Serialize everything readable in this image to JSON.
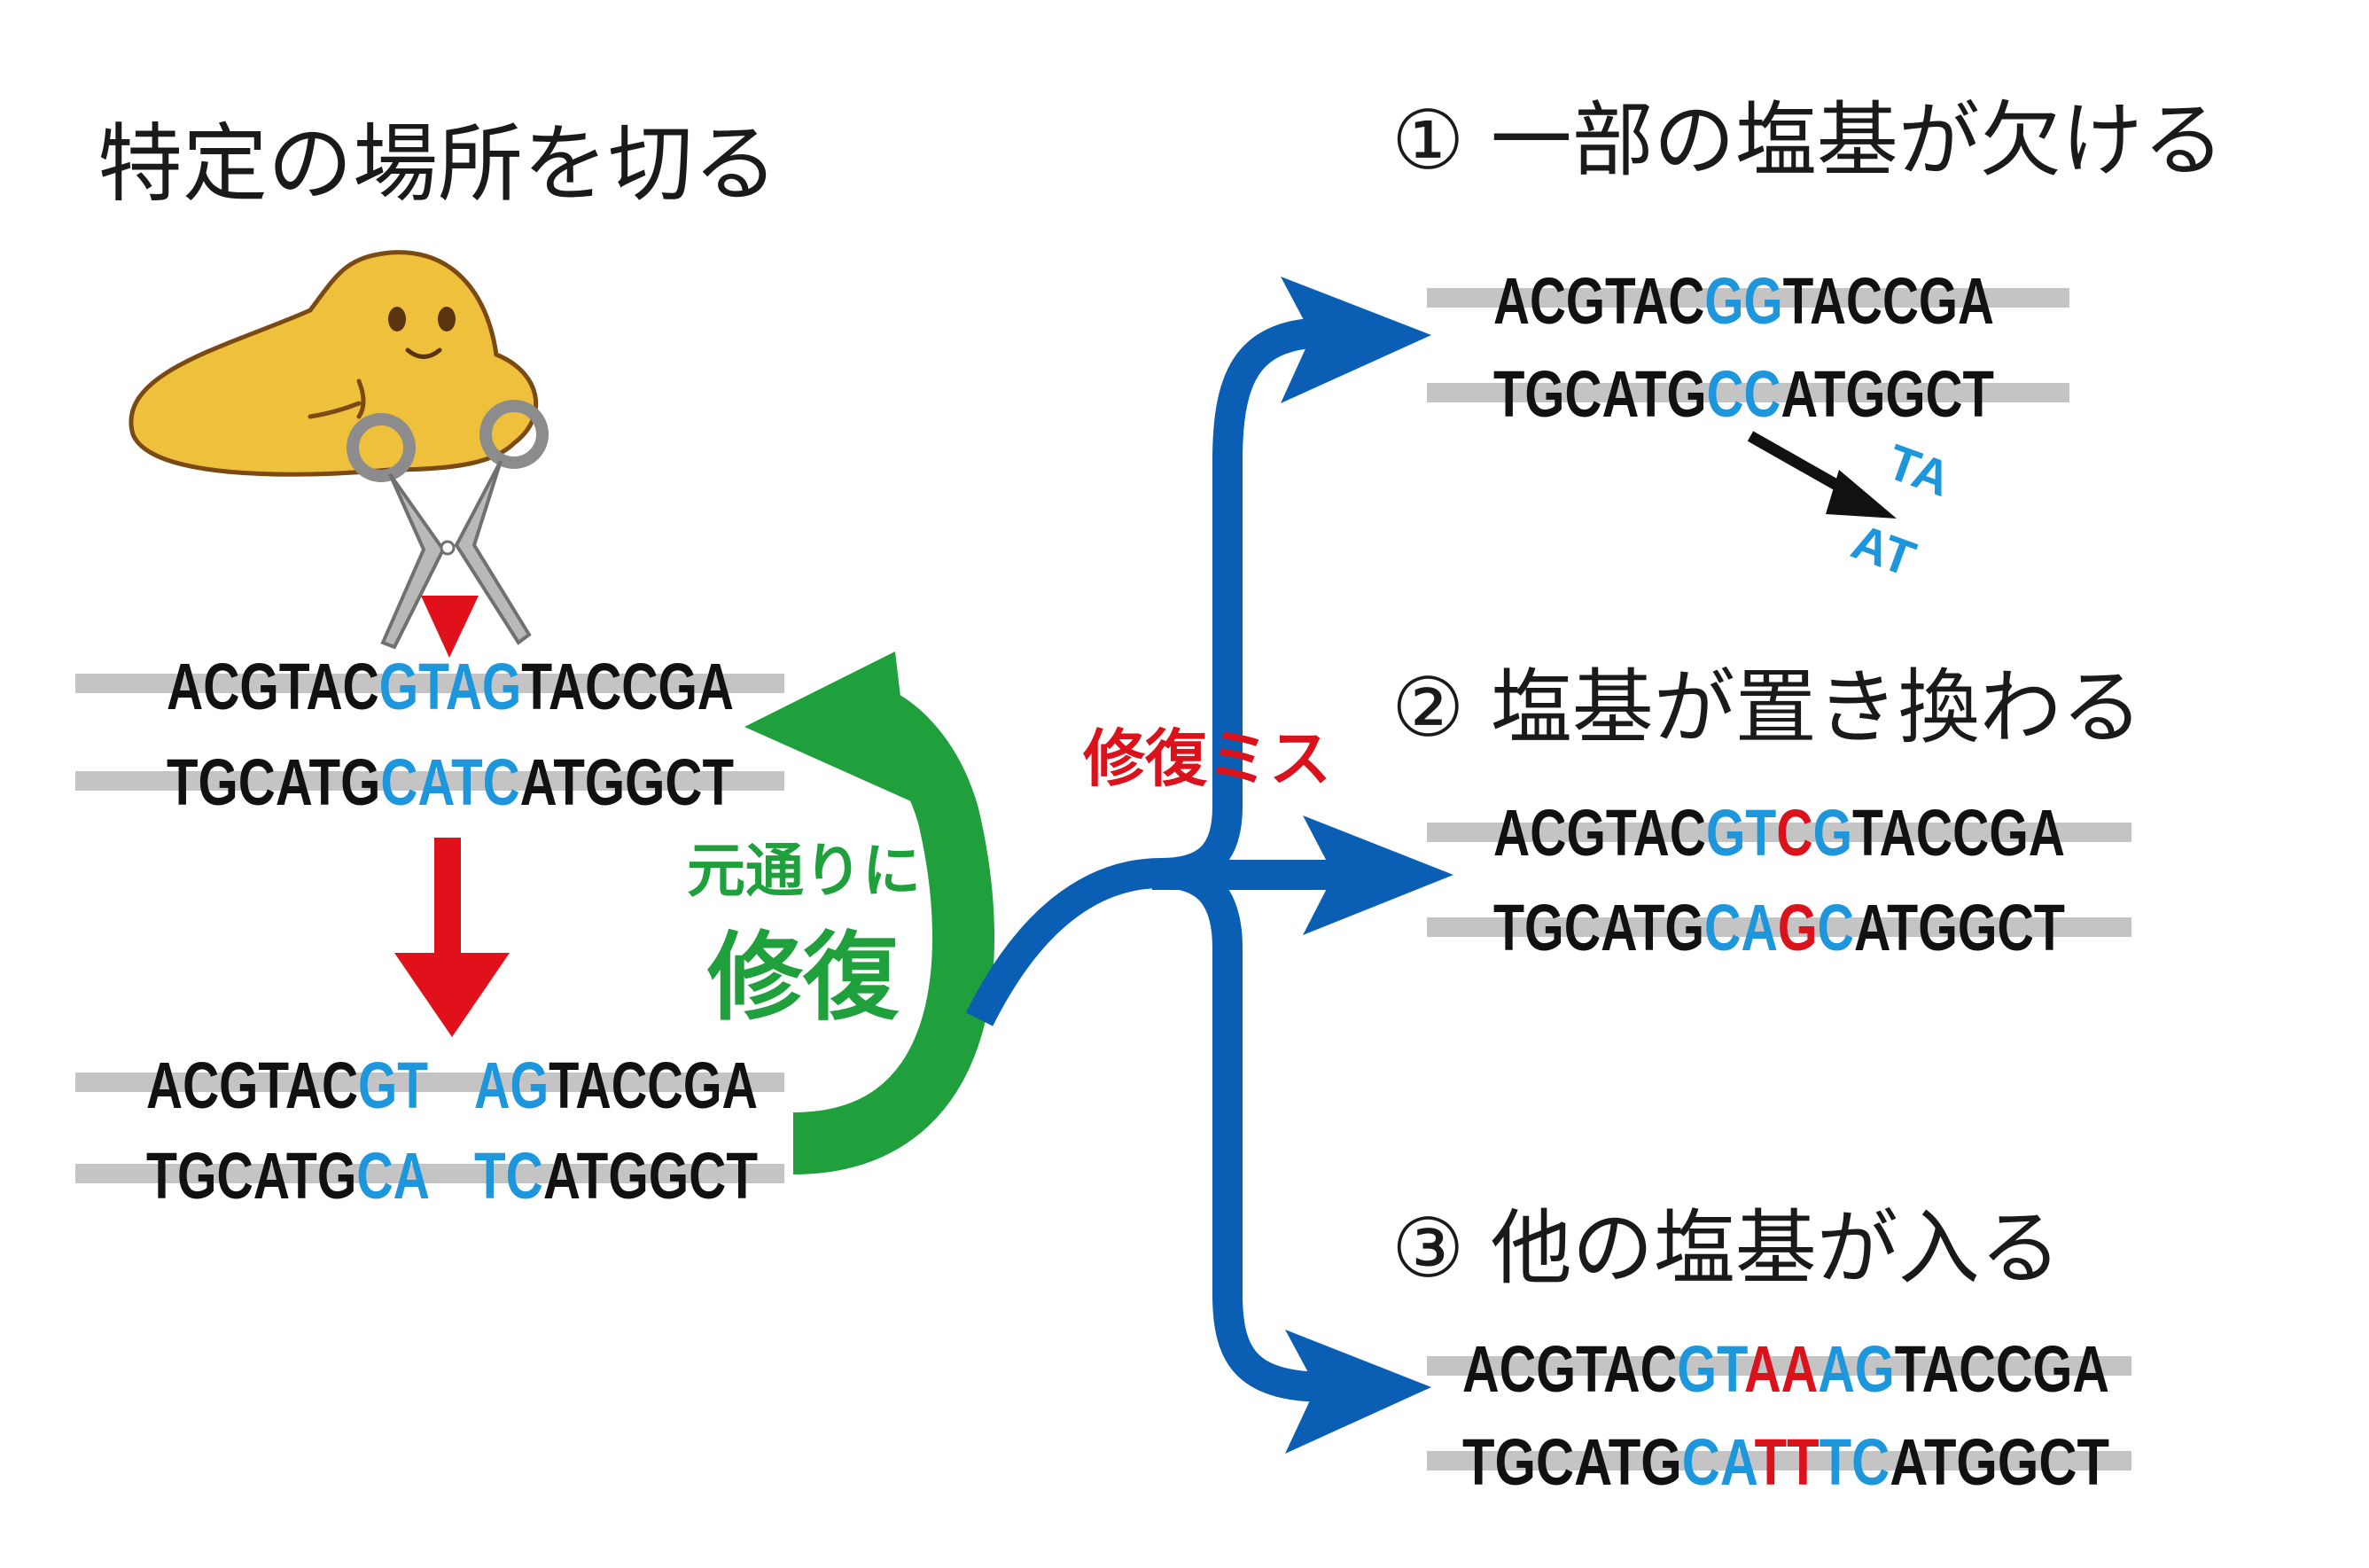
{
  "left": {
    "title": "特定の場所を切る",
    "original": {
      "top": [
        "ACGTAC",
        "GTAG",
        "TACCGA"
      ],
      "bottom": [
        "TGCATG",
        "CATC",
        "ATGGCT"
      ]
    },
    "cut": {
      "top_left": [
        "ACGTAC",
        "GT"
      ],
      "top_right": [
        "AG",
        "TACCGA"
      ],
      "bottom_left": [
        "TGCATG",
        "CA"
      ],
      "bottom_right": [
        "TC",
        "ATGGCT"
      ]
    },
    "repair_label_line1": "元通りに",
    "repair_label_line2": "修復"
  },
  "middle": {
    "error_label": "修復ミス"
  },
  "outcomes": [
    {
      "title": "① 一部の塩基が欠ける",
      "top": [
        "ACGTAC",
        "GG",
        "TACCGA"
      ],
      "bottom": [
        "TGCATG",
        "CC",
        "ATGGCT"
      ],
      "removed_top": "TA",
      "removed_bottom": "AT"
    },
    {
      "title": "② 塩基が置き換わる",
      "top": [
        "ACGTAC",
        "GT",
        "C",
        "G",
        "TACCGA"
      ],
      "bottom": [
        "TGCATG",
        "CA",
        "G",
        "C",
        "ATGGCT"
      ]
    },
    {
      "title": "③ 他の塩基が入る",
      "top": [
        "ACGTAC",
        "GT",
        "AA",
        "AG",
        "TACCGA"
      ],
      "bottom": [
        "TGCATG",
        "CA",
        "TT",
        "TC",
        "ATGGCT"
      ]
    }
  ],
  "colors": {
    "base_black": "#111111",
    "highlight_blue": "#1e96dc",
    "mutation_red": "#d9121c",
    "repair_green": "#1fa03c",
    "path_blue": "#0a5fb4",
    "cut_arrow_red": "#e0111b",
    "enzyme_yellow": "#efc03b"
  },
  "icons": [
    "enzyme-character",
    "scissors-icon"
  ]
}
